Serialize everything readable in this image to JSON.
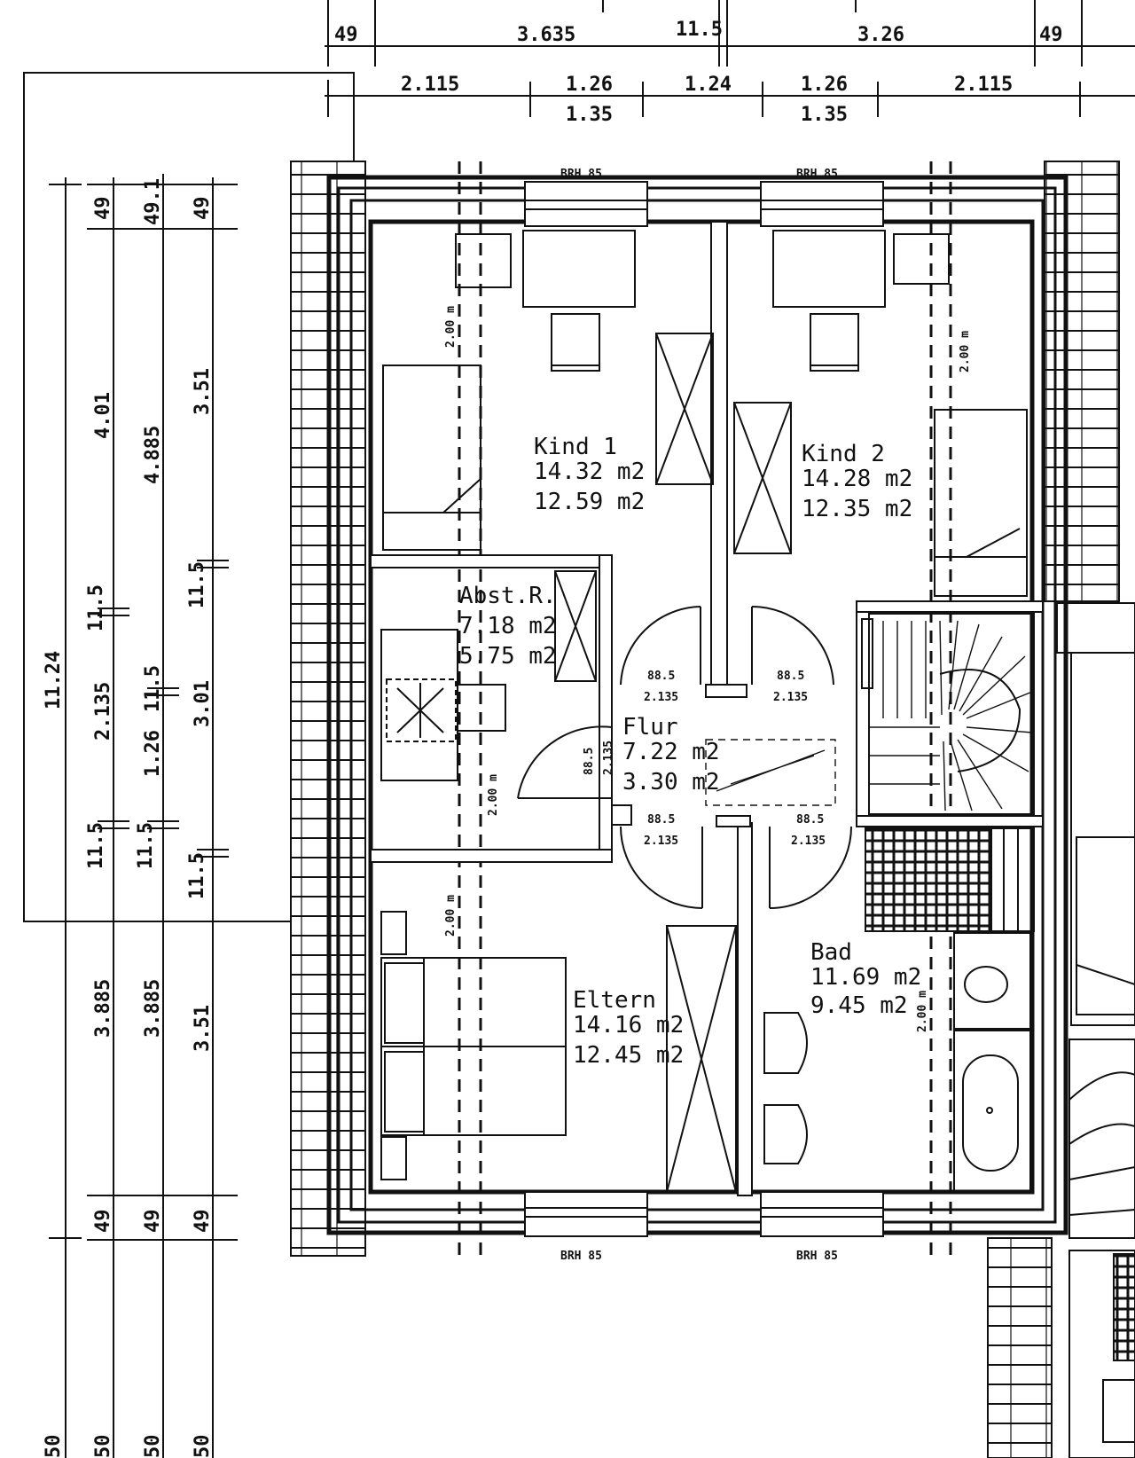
{
  "rooms": {
    "kind1": {
      "name": "Kind 1",
      "area_gross": "14.32 m2",
      "area_net": "12.59 m2"
    },
    "kind2": {
      "name": "Kind 2",
      "area_gross": "14.28 m2",
      "area_net": "12.35 m2"
    },
    "abst": {
      "name": "Abst.R.",
      "area_gross": "7.18 m2",
      "area_net": "5.75 m2"
    },
    "flur": {
      "name": "Flur",
      "area_gross": "7.22 m2",
      "area_net": "3.30 m2"
    },
    "eltern": {
      "name": "Eltern",
      "area_gross": "14.16 m2",
      "area_net": "12.45 m2"
    },
    "bad": {
      "name": "Bad",
      "area_gross": "11.69 m2",
      "area_net": "9.45 m2"
    }
  },
  "dims_top_row1": [
    "49",
    "3.635",
    "11.5",
    "3.26",
    "49"
  ],
  "dims_top_row2": [
    "2.115",
    "1.26",
    "1.35",
    "1.24",
    "1.26",
    "1.35",
    "2.115"
  ],
  "dims_left_col1": [
    "11.24"
  ],
  "dims_left_col2": [
    "49",
    "4.01",
    "11.5",
    "2.135",
    "11.5",
    "3.885",
    "49"
  ],
  "dims_left_col3": [
    "49.1",
    "4.885",
    "11.5",
    "1.26",
    "11.5",
    "3.885",
    "49"
  ],
  "dims_left_col4": [
    "49",
    "3.51",
    "11.5",
    "3.01",
    "11.5",
    "3.51",
    "49"
  ],
  "bottom_labels": [
    "50",
    "50",
    "50",
    "50"
  ],
  "window_labels": [
    "BRH 85",
    "BRH 85",
    "BRH 85",
    "BRH 85"
  ],
  "door_labels": {
    "kind1": [
      "88.5",
      "2.135"
    ],
    "kind2": [
      "88.5",
      "2.135"
    ],
    "flur_left": [
      "88.5",
      "2.135"
    ],
    "eltern": [
      "88.5",
      "2.135"
    ],
    "bad": [
      "88.5",
      "2.135"
    ]
  },
  "wall_height_labels": [
    "2.00 m",
    "2.00 m",
    "2.00 m",
    "2.00 m",
    "2.00 m"
  ]
}
